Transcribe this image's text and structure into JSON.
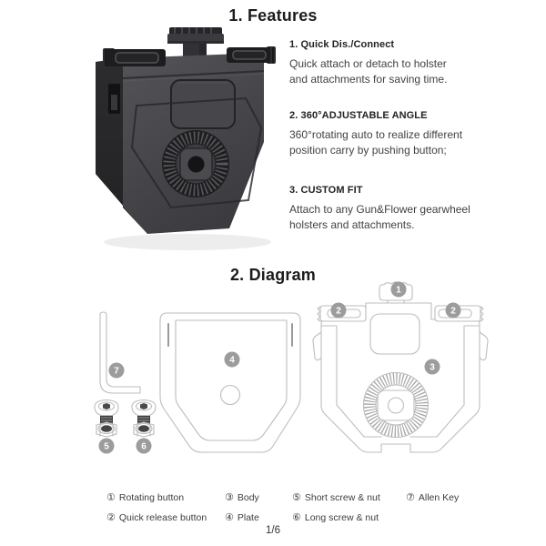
{
  "features": {
    "heading": "1. Features",
    "items": [
      {
        "title": "1. Quick Dis./Connect",
        "lines": [
          "Quick attach or detach to holster",
          "and attachments for saving time."
        ]
      },
      {
        "title": "2. 360°ADJUSTABLE ANGLE",
        "lines": [
          "360°rotating auto to realize different",
          "position carry by pushing button;"
        ]
      },
      {
        "title": "3. CUSTOM FIT",
        "lines": [
          "Attach to any Gun&Flower gearwheel",
          "holsters and attachments."
        ]
      }
    ]
  },
  "diagram": {
    "heading": "2. Diagram",
    "callouts": [
      "1",
      "2",
      "3",
      "4",
      "5",
      "6",
      "7"
    ],
    "legend": [
      {
        "num": "①",
        "label": "Rotating button"
      },
      {
        "num": "②",
        "label": "Quick release button"
      },
      {
        "num": "③",
        "label": "Body"
      },
      {
        "num": "④",
        "label": "Plate"
      },
      {
        "num": "⑤",
        "label": "Short screw & nut"
      },
      {
        "num": "⑥",
        "label": "Long screw & nut"
      },
      {
        "num": "⑦",
        "label": "Allen Key"
      }
    ]
  },
  "page": {
    "number": "1/6"
  },
  "colors": {
    "badge_fill": "#9c9c9c",
    "line_art": "#bdbdbd",
    "heading_text": "#1c1c1e",
    "body_text": "#424242",
    "product_dark": "#3c3c40"
  }
}
